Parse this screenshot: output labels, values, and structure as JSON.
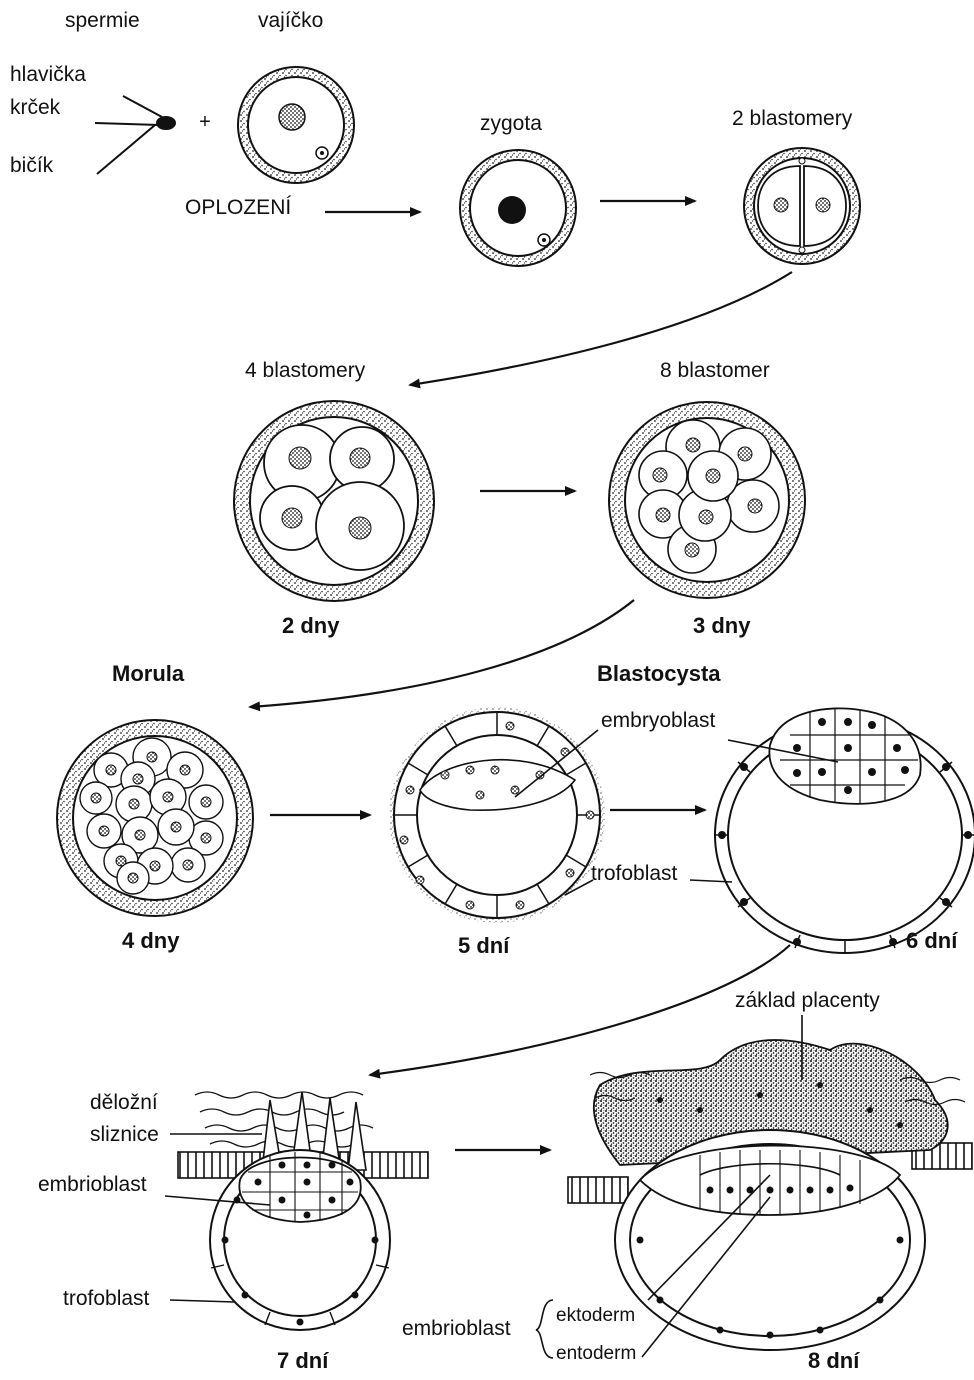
{
  "labels": {
    "spermie": "spermie",
    "vajicko": "vajíčko",
    "hlavicka": "hlavička",
    "krcek": "krček",
    "bicik": "bičík",
    "plus": "+",
    "oplozeni": "OPLOZENÍ",
    "zygota": "zygota",
    "two_blastomery": "2 blastomery",
    "four_blastomery": "4 blastomery",
    "eight_blastomer": "8 blastomer",
    "day2": "2 dny",
    "day3": "3 dny",
    "morula": "Morula",
    "blastocysta": "Blastocysta",
    "embryoblast": "embryoblast",
    "trofoblast_6": "trofoblast",
    "day4": "4 dny",
    "day5": "5 dní",
    "day6": "6 dní",
    "zaklad_placenty": "základ placenty",
    "delozni": "děložní",
    "sliznice": "sliznice",
    "embrioblast_7": "embrioblast",
    "trofoblast_7": "trofoblast",
    "embrioblast_8": "embrioblast",
    "ektoderm": "ektoderm",
    "entoderm": "entoderm",
    "day7": "7 dní",
    "day8": "8 dní"
  }
}
